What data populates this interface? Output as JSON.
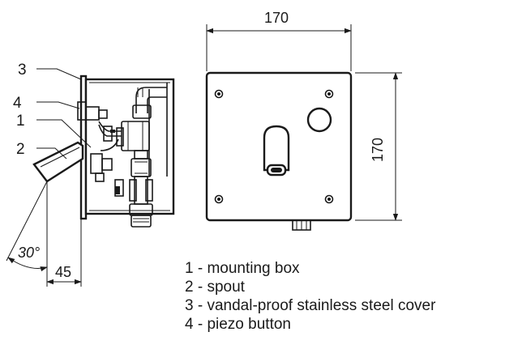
{
  "dimensions": {
    "width": "170",
    "height": "170",
    "depth": "45",
    "angle": "30°"
  },
  "callouts": [
    "3",
    "4",
    "1",
    "2"
  ],
  "legend": [
    "1 - mounting box",
    "2 - spout",
    "3 - vandal-proof stainless steel cover",
    "4 - piezo button"
  ]
}
